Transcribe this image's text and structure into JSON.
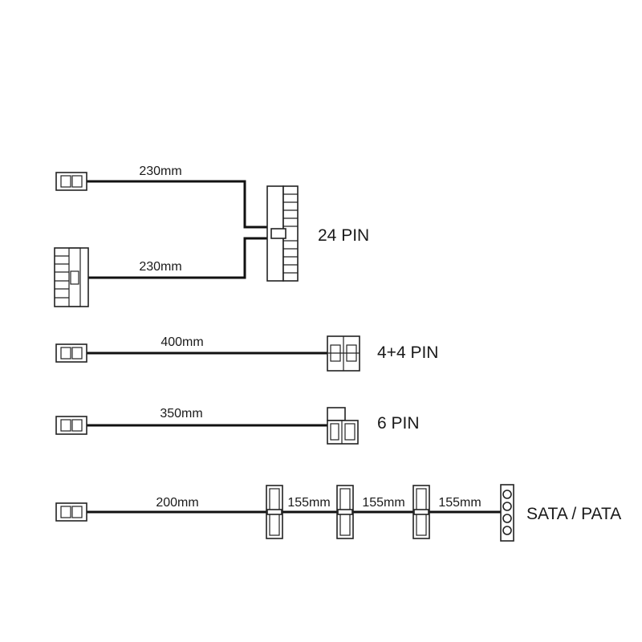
{
  "diagram": {
    "cables": [
      {
        "id": "atx",
        "name": "24 PIN",
        "segments": [
          "230mm",
          "230mm"
        ]
      },
      {
        "id": "eps",
        "name": "4+4 PIN",
        "segments": [
          "400mm"
        ]
      },
      {
        "id": "pcie",
        "name": "6 PIN",
        "segments": [
          "350mm"
        ]
      },
      {
        "id": "sata-pata",
        "name": "SATA / PATA",
        "segments": [
          "200mm",
          "155mm",
          "155mm",
          "155mm"
        ]
      }
    ]
  },
  "colors": {
    "wire": "#111111",
    "outline": "#222222",
    "background": "#ffffff"
  }
}
